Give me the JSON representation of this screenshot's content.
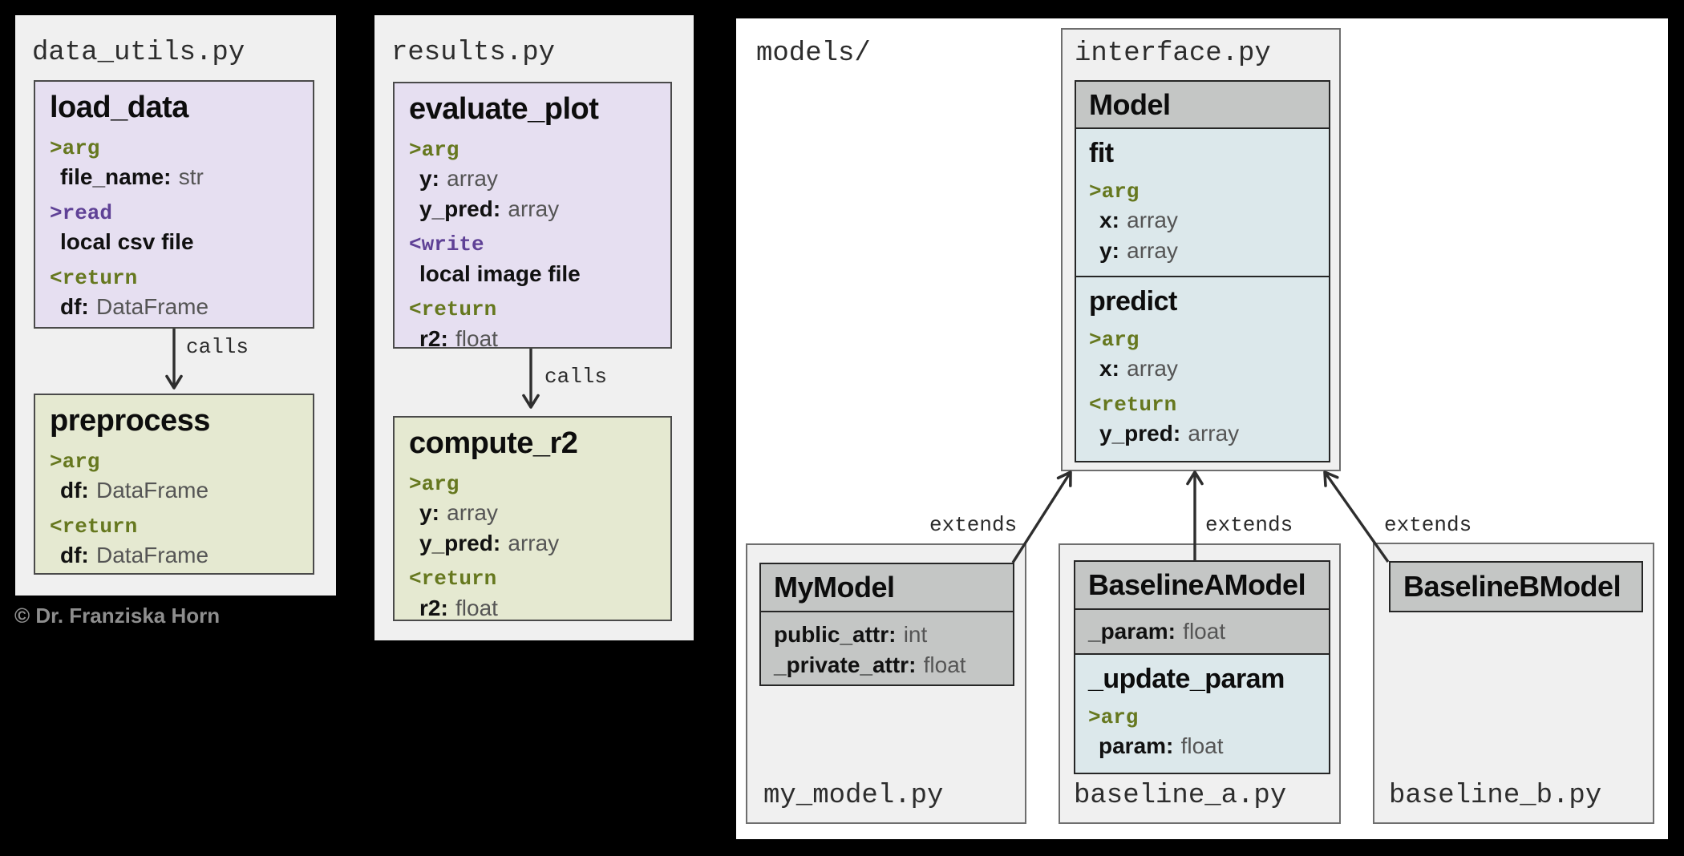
{
  "copyright": "© Dr. Franziska Horn",
  "labels": {
    "calls": "calls",
    "extends": "extends"
  },
  "colors": {
    "background": "#000000",
    "panel_bg": "#f0f0f0",
    "models_panel_bg": "#ffffff",
    "function_purple_fill": "#e6dff1",
    "function_green_fill": "#e5e9d1",
    "method_blue_fill": "#dce8eb",
    "class_header_gray": "#c4c6c5",
    "keyword_olive": "#66781f",
    "keyword_purple": "#5f4196",
    "type_text_gray": "#555555",
    "arrow_stroke": "#2e2e2e"
  },
  "data_utils": {
    "title": "data_utils.py",
    "load_data": {
      "name": "load_data",
      "arg_kw": ">arg",
      "arg1": {
        "n": "file_name:",
        "t": "str"
      },
      "read_kw": ">read",
      "read_target": "local csv file",
      "return_kw": "<return",
      "ret": {
        "n": "df:",
        "t": "DataFrame"
      }
    },
    "preprocess": {
      "name": "preprocess",
      "arg_kw": ">arg",
      "arg1": {
        "n": "df:",
        "t": "DataFrame"
      },
      "return_kw": "<return",
      "ret": {
        "n": "df:",
        "t": "DataFrame"
      }
    }
  },
  "results": {
    "title": "results.py",
    "evaluate_plot": {
      "name": "evaluate_plot",
      "arg_kw": ">arg",
      "arg1": {
        "n": "y:",
        "t": "array"
      },
      "arg2": {
        "n": "y_pred:",
        "t": "array"
      },
      "write_kw": "<write",
      "write_target": "local image file",
      "return_kw": "<return",
      "ret": {
        "n": "r2:",
        "t": "float"
      }
    },
    "compute_r2": {
      "name": "compute_r2",
      "arg_kw": ">arg",
      "arg1": {
        "n": "y:",
        "t": "array"
      },
      "arg2": {
        "n": "y_pred:",
        "t": "array"
      },
      "return_kw": "<return",
      "ret": {
        "n": "r2:",
        "t": "float"
      }
    }
  },
  "models": {
    "title": "models/",
    "interface": {
      "title": "interface.py",
      "class_name": "Model",
      "fit": {
        "name": "fit",
        "arg_kw": ">arg",
        "arg1": {
          "n": "x:",
          "t": "array"
        },
        "arg2": {
          "n": "y:",
          "t": "array"
        }
      },
      "predict": {
        "name": "predict",
        "arg_kw": ">arg",
        "arg1": {
          "n": "x:",
          "t": "array"
        },
        "return_kw": "<return",
        "ret": {
          "n": "y_pred:",
          "t": "array"
        }
      }
    },
    "my_model": {
      "file": "my_model.py",
      "class_name": "MyModel",
      "attr1": {
        "n": "public_attr:",
        "t": "int"
      },
      "attr2": {
        "n": "_private_attr:",
        "t": "float"
      }
    },
    "baseline_a": {
      "file": "baseline_a.py",
      "class_name": "BaselineAModel",
      "attr1": {
        "n": "_param:",
        "t": "float"
      },
      "method": {
        "name": "_update_param",
        "arg_kw": ">arg",
        "arg1": {
          "n": "param:",
          "t": "float"
        }
      }
    },
    "baseline_b": {
      "file": "baseline_b.py",
      "class_name": "BaselineBModel"
    }
  }
}
